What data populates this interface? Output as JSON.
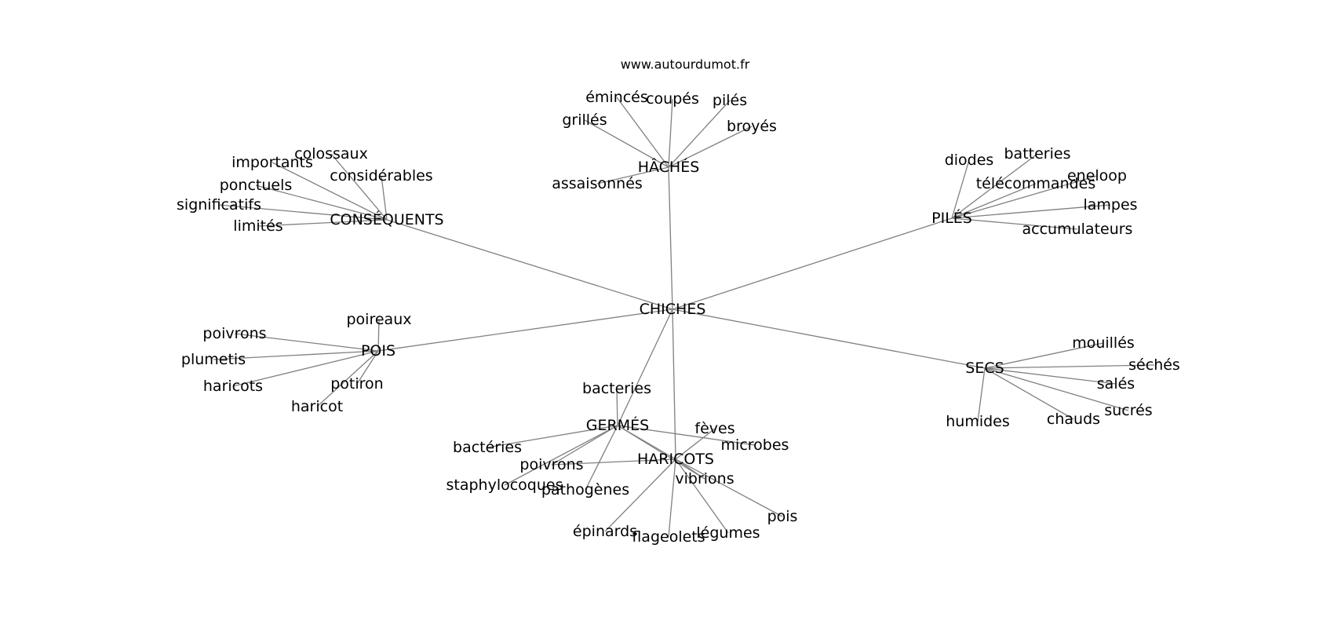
{
  "site": "www.autourdumot.fr",
  "nodes": {
    "chiches": "CHICHES",
    "haches": "HÂCHÉS",
    "emincés": "émincés",
    "coupes": "coupés",
    "piles_h": "pilés",
    "grilles": "grillés",
    "broyes": "broyés",
    "assaisonnes": "assaisonnés",
    "consequents": "CONSÉQUENTS",
    "colossaux": "colossaux",
    "importants": "importants",
    "considerables": "considérables",
    "ponctuels": "ponctuels",
    "significatifs": "significatifs",
    "limites": "limités",
    "piles": "PILÉS",
    "diodes": "diodes",
    "batteries": "batteries",
    "telecommandes": "télécommandes",
    "eneloop": "eneloop",
    "lampes": "lampes",
    "accumulateurs": "accumulateurs",
    "pois_hub": "POIS",
    "poireaux": "poireaux",
    "poivrons_p": "poivrons",
    "plumetis": "plumetis",
    "haricots_p": "haricots",
    "potiron": "potiron",
    "haricot": "haricot",
    "secs": "SECS",
    "mouilles": "mouillés",
    "seches": "séchés",
    "sales": "salés",
    "sucres": "sucrés",
    "chauds": "chauds",
    "humides": "humides",
    "germes": "GERMÉS",
    "bacteries_sans": "bacteries",
    "bacteries": "bactéries",
    "poivrons_g": "poivrons",
    "staphylocoques": "staphylocoques",
    "pathogenes": "pathogènes",
    "microbes": "microbes",
    "haricots_hub": "HARICOTS",
    "feves": "fèves",
    "vibrions": "vibrions",
    "pois_h": "pois",
    "legumes": "légumes",
    "flageolets": "flageolets",
    "epinards": "épinards"
  }
}
